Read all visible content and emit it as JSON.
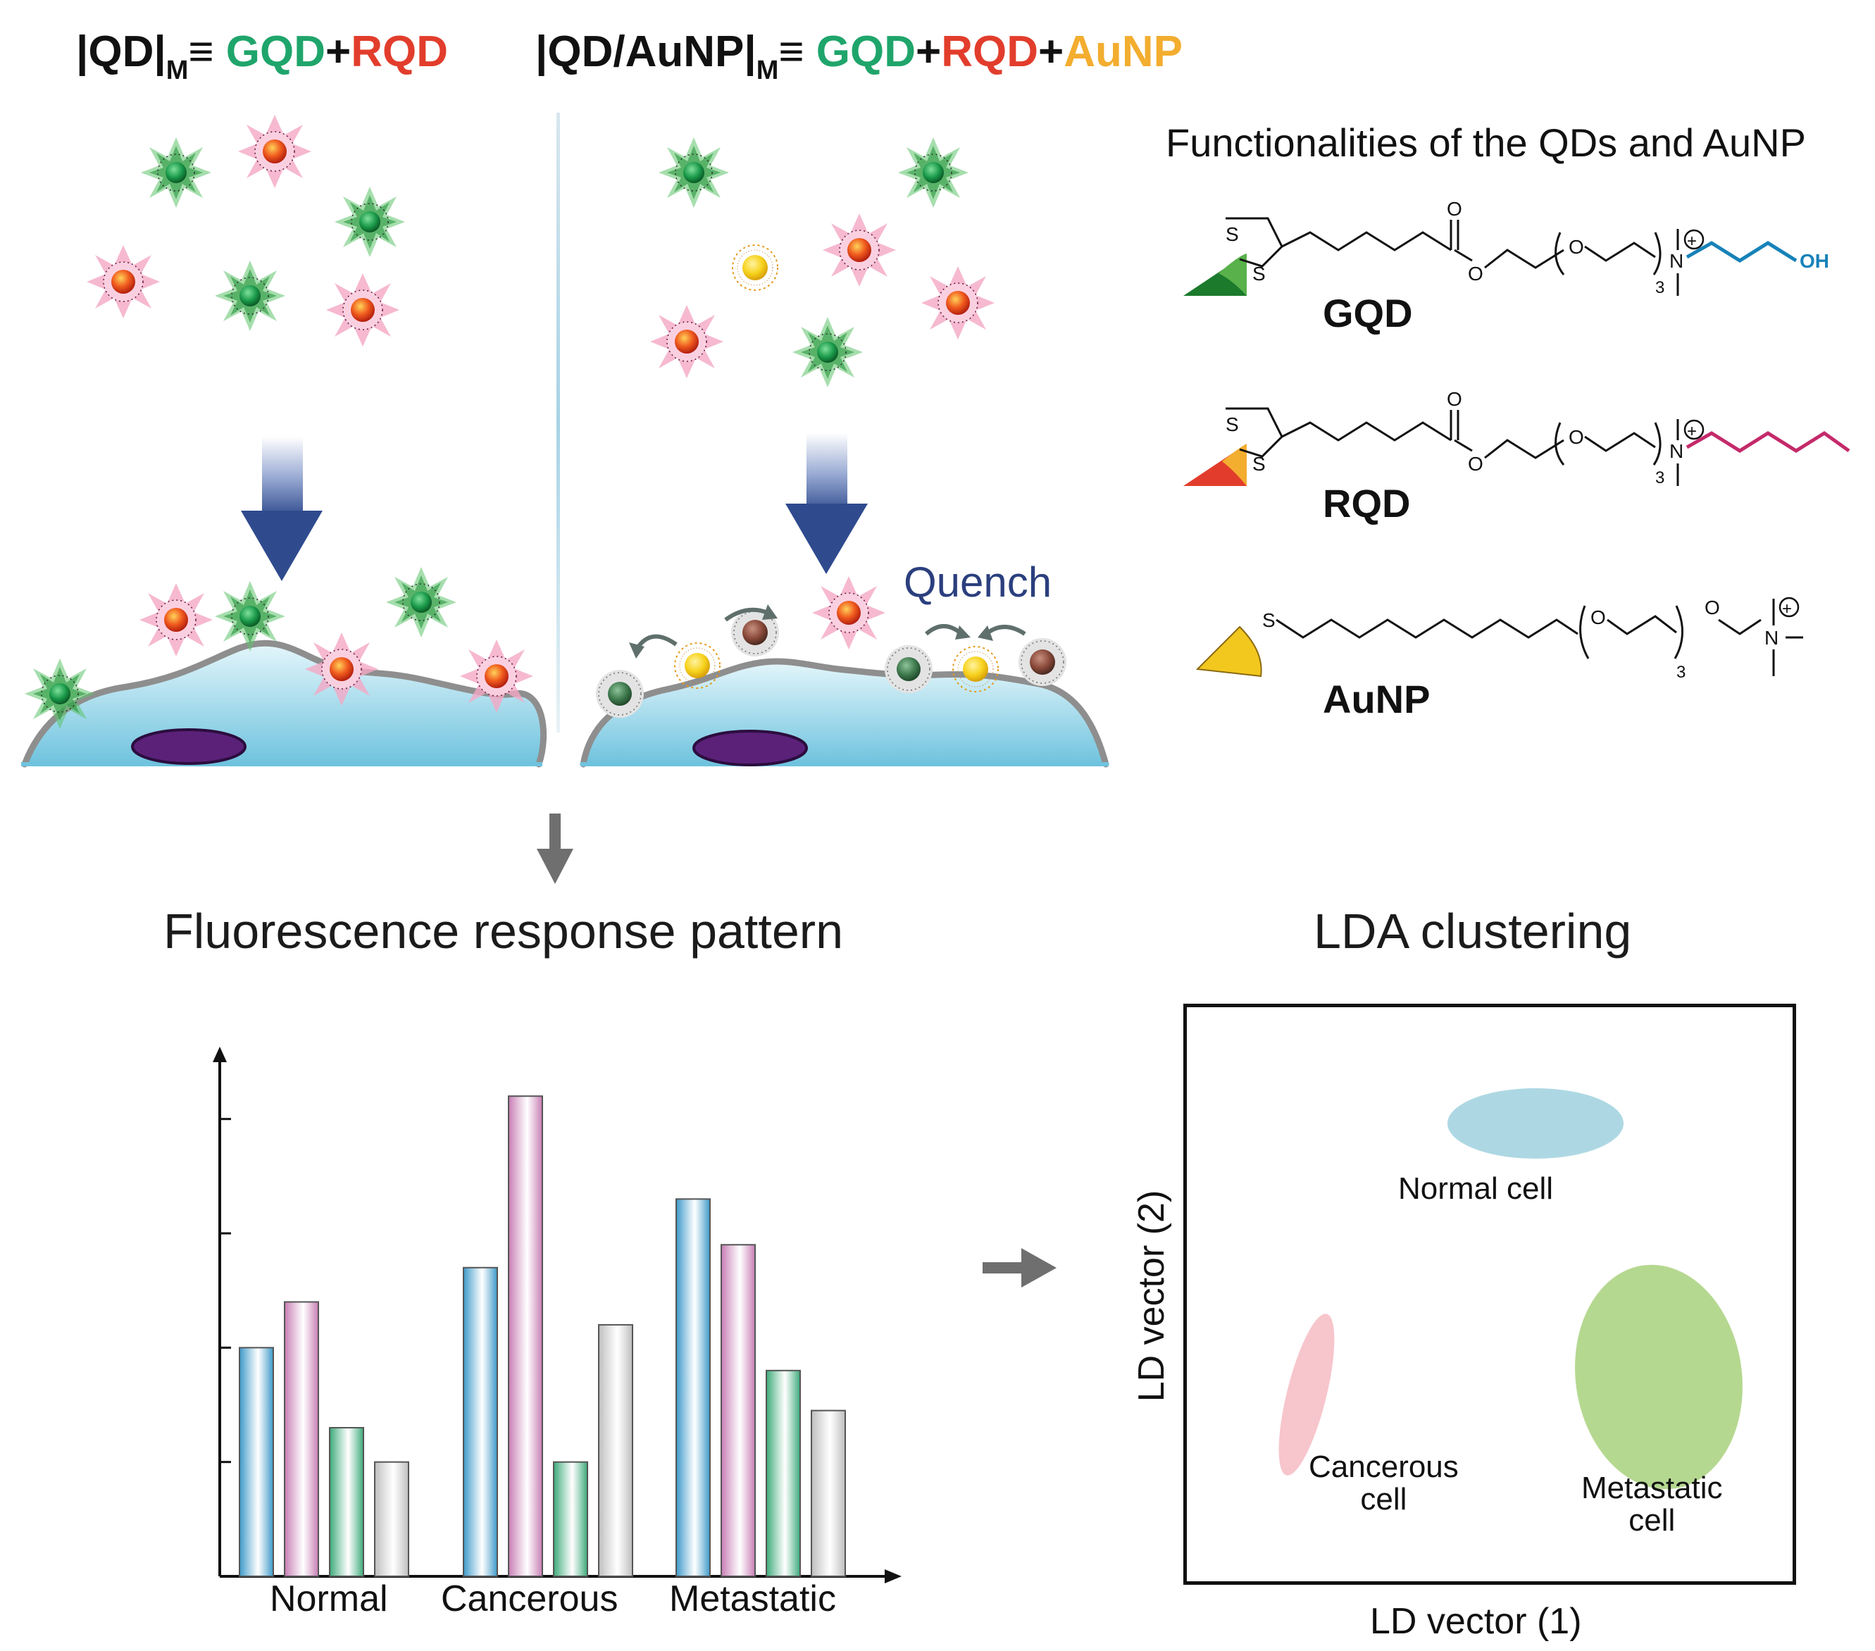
{
  "header_left": {
    "bar": "|QD|",
    "sub": "M",
    "equiv": "≡ ",
    "gqd": "GQD",
    "plus": "+",
    "rqd": "RQD"
  },
  "header_right": {
    "bar": "|QD/AuNP|",
    "sub": "M",
    "equiv": "≡ ",
    "gqd": "GQD",
    "plus1": "+",
    "rqd": "RQD",
    "plus2": "+",
    "aunp": "AuNP"
  },
  "functionalities": {
    "title": "Functionalities of the QDs and AuNP",
    "gqd_label": "GQD",
    "rqd_label": "RQD",
    "aunp_label": "AuNP",
    "oh_label": "OH",
    "s_label": "S",
    "o_label": "O",
    "n_label": "N",
    "sub3": "3",
    "plus_charge": "+"
  },
  "quench_label": "Quench",
  "fluorescence": {
    "title": "Fluorescence response pattern",
    "categories": [
      "Normal",
      "Cancerous",
      "Metastatic"
    ]
  },
  "lda": {
    "title": "LDA clustering",
    "xlabel": "LD vector (1)",
    "ylabel": "LD vector (2)",
    "clusters": {
      "normal": [
        "Normal cell"
      ],
      "cancerous": [
        "Cancerous",
        "cell"
      ],
      "metastatic": [
        "Metastatic",
        "cell"
      ]
    }
  },
  "colors": {
    "green_qd": "#1fa56b",
    "red_qd": "#e23d2c",
    "aunp": "#f3ad2f",
    "bar_blue": "#3a98c9",
    "bar_pink": "#c77bb3",
    "bar_green": "#3aa978",
    "bar_gray": "#bdbdbd",
    "cell": "#9fd8ea",
    "nucleus": "#5b2179",
    "arrow_blue": "#2f4b8e",
    "cluster_normal": "#add8e3",
    "cluster_cancer": "#f7c5cc",
    "cluster_meta": "#b5d890"
  },
  "chart_data": {
    "type": "bar",
    "title": "Fluorescence response pattern",
    "categories": [
      "Normal",
      "Cancerous",
      "Metastatic"
    ],
    "series": [
      {
        "values": [
          2.0,
          2.7,
          3.3
        ]
      },
      {
        "values": [
          2.4,
          4.2,
          2.9
        ]
      },
      {
        "values": [
          1.3,
          1.0,
          1.8
        ]
      },
      {
        "values": [
          1.0,
          2.2,
          1.45
        ]
      }
    ],
    "ylim": [
      0,
      4.3
    ],
    "grid": false
  }
}
